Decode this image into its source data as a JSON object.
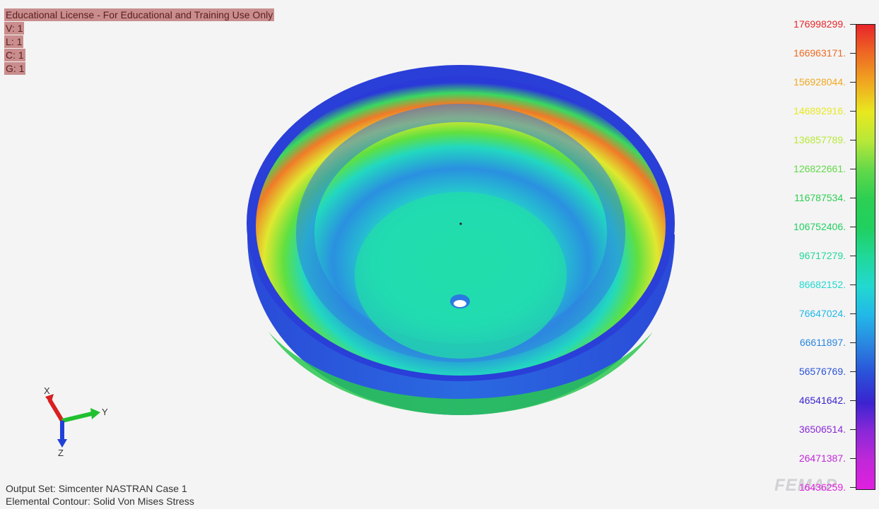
{
  "license": {
    "title": "Educational License - For Educational and Training Use Only",
    "lines": [
      "V: 1",
      "L: 1",
      "C: 1",
      "G: 1"
    ]
  },
  "legend": {
    "values": [
      "176998299.",
      "166963171.",
      "156928044.",
      "146892916.",
      "136857789.",
      "126822661.",
      "116787534.",
      "106752406.",
      "96717279.",
      "86682152.",
      "76647024.",
      "66611897.",
      "56576769.",
      "46541642.",
      "36506514.",
      "26471387.",
      "16436259."
    ],
    "colors": [
      "#e8252a",
      "#ee6a24",
      "#f0a820",
      "#e8e820",
      "#b8e838",
      "#62d84a",
      "#2ccf52",
      "#20d060",
      "#20d89a",
      "#22d8d0",
      "#22b8e8",
      "#2a86e0",
      "#2a52d8",
      "#3a24d0",
      "#8a28d8",
      "#c028d8",
      "#e020e0"
    ]
  },
  "footer": {
    "output_set": "Output Set: Simcenter NASTRAN Case 1",
    "contour": "Elemental Contour: Solid Von Mises Stress"
  },
  "axes": {
    "x": "X",
    "y": "Y",
    "z": "Z"
  },
  "watermark": "FEMAP"
}
